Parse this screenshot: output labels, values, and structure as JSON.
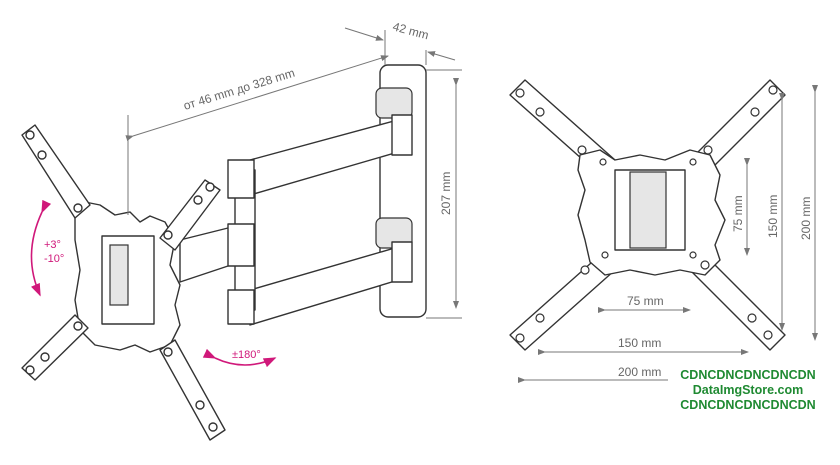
{
  "side_view": {
    "arm_length_label": "от 46 mm до 328 mm",
    "depth_label": "42 mm",
    "height_label": "207 mm",
    "tilt_up_label": "+3°",
    "tilt_down_label": "-10°",
    "swivel_label": "±180°"
  },
  "front_view": {
    "vesa_75_h": "75 mm",
    "vesa_75_v": "75 mm",
    "vesa_150_h": "150 mm",
    "vesa_150_v": "150 mm",
    "vesa_200_h": "200 mm",
    "vesa_200_v": "200 mm"
  },
  "watermark": {
    "line1": "CDNCDNCDNCDNCDN",
    "line2": "DataImgStore.com",
    "line3": "CDNCDNCDNCDNCDN"
  },
  "colors": {
    "accent": "#d0187a",
    "dimension": "#777777",
    "watermark": "#1f8a32"
  }
}
